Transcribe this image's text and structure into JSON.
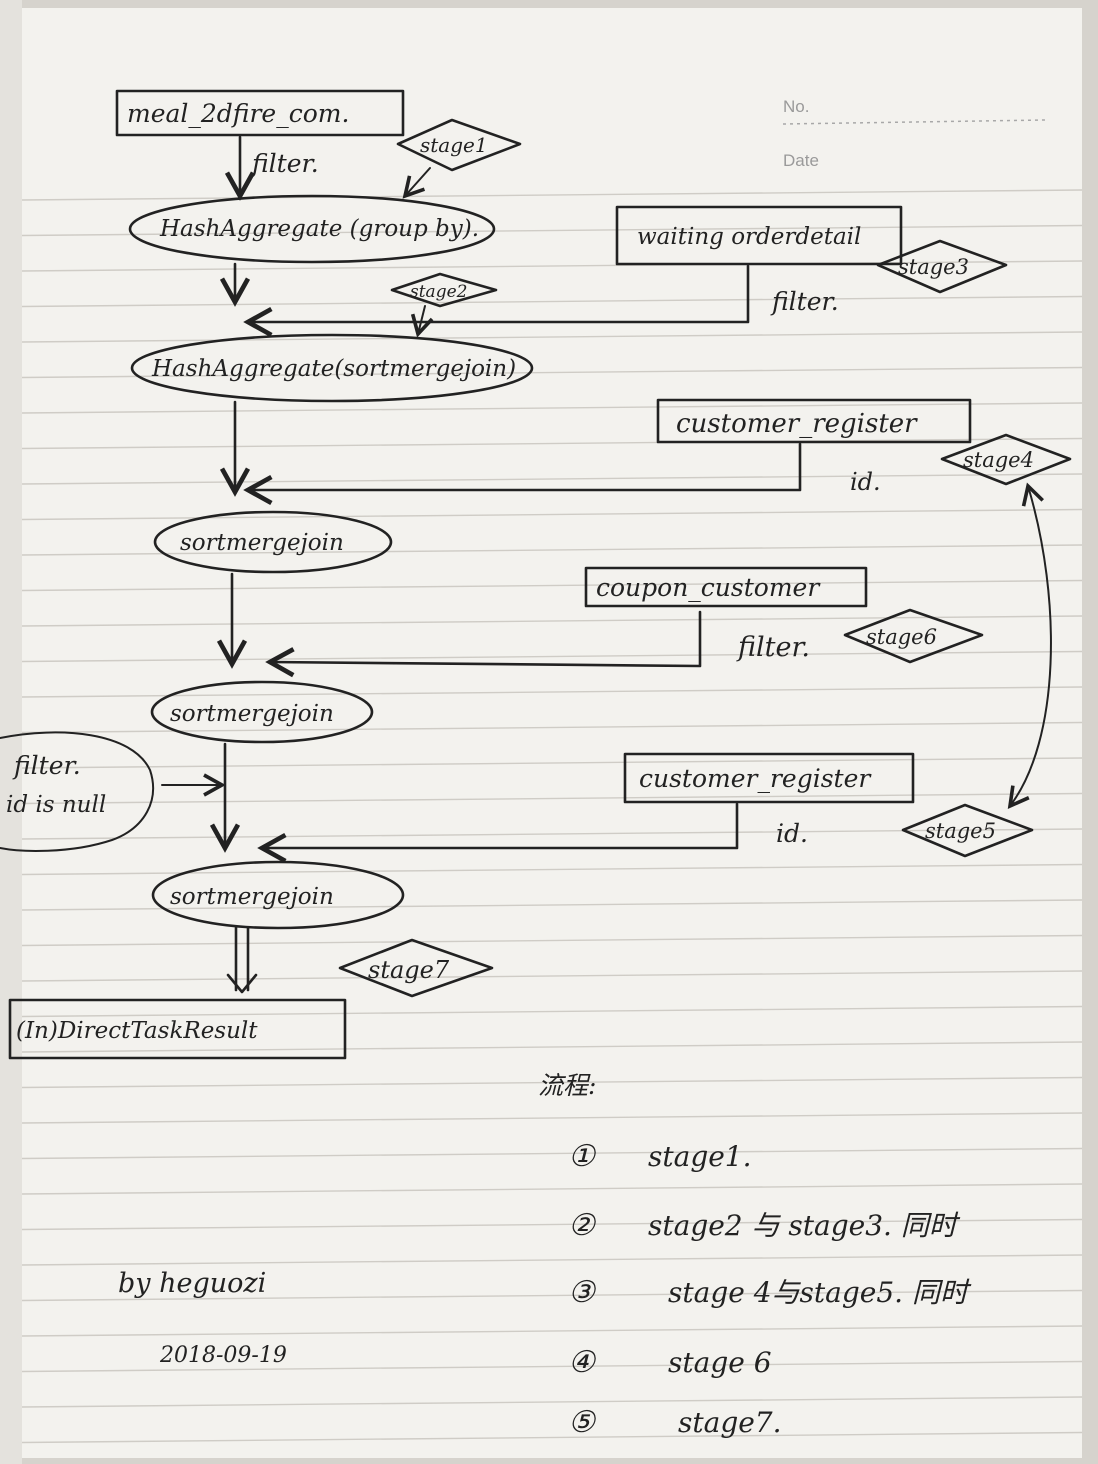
{
  "header": {
    "no_label": "No.",
    "date_label": "Date"
  },
  "nodes": {
    "meal": "meal_2dfire_com.",
    "hash1": "HashAggregate (group by).",
    "waiting": "waiting orderdetail",
    "hash2": "HashAggregate(sortmergejoin)",
    "cust_reg1": "customer_register",
    "smj1": "sortmergejoin",
    "coupon": "coupon_customer",
    "smj2": "sortmergejoin",
    "cust_reg2": "customer_register",
    "smj3": "sortmergejoin",
    "result": "(In)DirectTaskResult"
  },
  "stages": {
    "s1": "stage1",
    "s2": "stage2",
    "s3": "stage3",
    "s4": "stage4",
    "s5": "stage5",
    "s6": "stage6",
    "s7": "stage7"
  },
  "edge_labels": {
    "filter1": "filter.",
    "filter2": "filter.",
    "id1": "id.",
    "filter3": "filter.",
    "side_filter": "filter.",
    "side_isnull": "id is null",
    "id2": "id."
  },
  "process": {
    "title": "流程:",
    "steps": [
      {
        "num": "①",
        "text": "stage1."
      },
      {
        "num": "②",
        "text": "stage2 与 stage3. 同时"
      },
      {
        "num": "③",
        "text": "stage 4与stage5. 同时"
      },
      {
        "num": "④",
        "text": "stage 6"
      },
      {
        "num": "⑤",
        "text": "stage7."
      }
    ]
  },
  "signature": {
    "author": "by heguozi",
    "date": "2018-09-19"
  }
}
